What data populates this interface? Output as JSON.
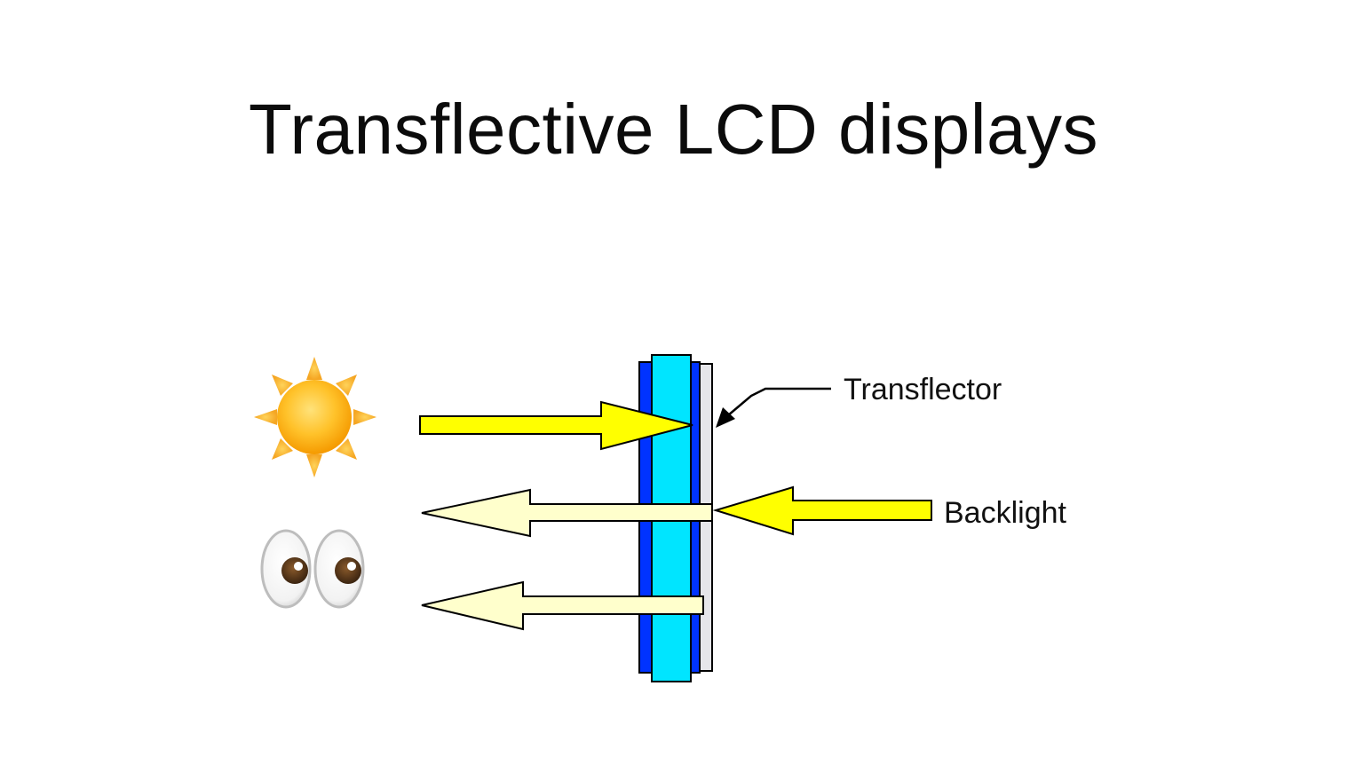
{
  "title": "Transflective LCD displays",
  "labels": {
    "transflector": "Transflector",
    "backlight": "Backlight"
  },
  "colors": {
    "incoming_light": "#ffff00",
    "reflected_light": "#ffffcc",
    "outer_glass": "#0033ff",
    "inner_glass": "#00e5ff",
    "transflector_layer": "#e6e6ea",
    "sun": "#ffb300",
    "outline": "#000000"
  },
  "icons": {
    "light_source": "sun-icon",
    "viewer": "eyes-icon"
  }
}
